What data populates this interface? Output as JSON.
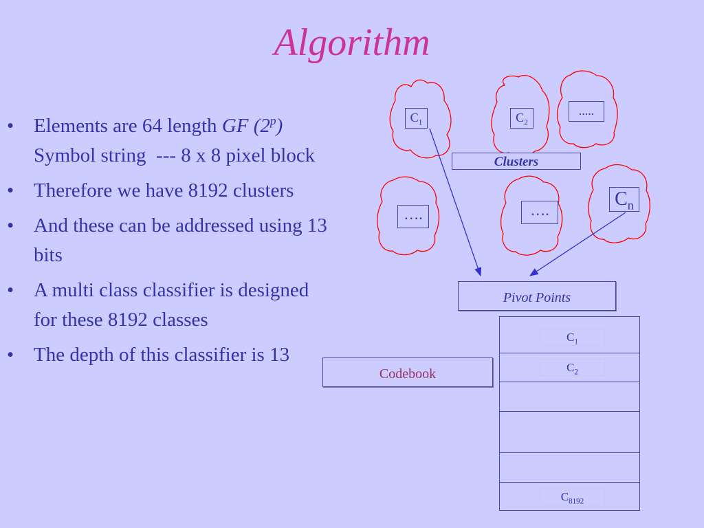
{
  "title": "Algorithm",
  "bullets": {
    "b1": {
      "text_a": "Elements are 64 length ",
      "gf": "GF",
      "paren_open": "(2",
      "sup_p": "p",
      "paren_close": ")",
      "text_b": "  Symbol string  --- 8 x 8 pixel block"
    },
    "b2": "Therefore we have 8192 clusters",
    "b3": "And these can be addressed using 13 bits",
    "b4": "A multi class classifier is designed for these 8192 classes",
    "b5": "The depth of this classifier is 13"
  },
  "bullet_marker": "•",
  "diagram": {
    "clusters_label": "Clusters",
    "pivot_label": "Pivot Points",
    "codebook_label": "Codebook",
    "blobs": {
      "c1": {
        "base": "C",
        "sub": "1"
      },
      "c2": {
        "base": "C",
        "sub": "2"
      },
      "top_dots": ".....",
      "mid_dots_1": "….",
      "mid_dots_2": "….",
      "cn": {
        "base": "C",
        "sub": "n"
      }
    },
    "codebook_rows": {
      "r1": {
        "base": "C",
        "sub": "1"
      },
      "r2": {
        "base": "C",
        "sub": "2"
      },
      "r_last": {
        "base": "C",
        "sub": "8192"
      }
    }
  },
  "colors": {
    "background": "#ccccff",
    "title": "#cc3399",
    "text": "#3333aa",
    "blob_outline": "#ff0000",
    "arrow": "#3333cc",
    "codebook_text": "#993366"
  }
}
